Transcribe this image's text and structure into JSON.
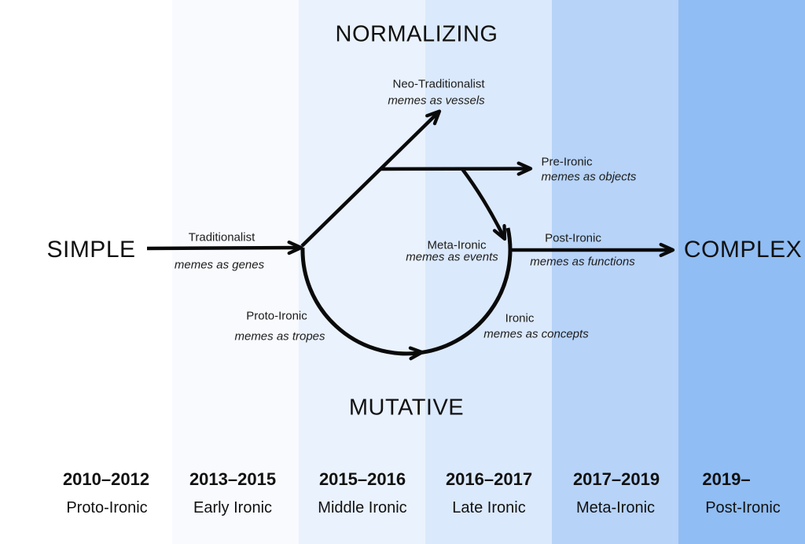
{
  "diagram": {
    "title_top": "NORMALIZING",
    "title_bottom": "MUTATIVE",
    "axis_left": "SIMPLE",
    "axis_right": "COMPLEX",
    "nodes": [
      {
        "name": "Traditionalist",
        "sub": "memes as genes"
      },
      {
        "name": "Neo-Traditionalist",
        "sub": "memes as vessels"
      },
      {
        "name": "Pre-Ironic",
        "sub": "memes as objects"
      },
      {
        "name": "Meta-Ironic",
        "sub": "memes as events"
      },
      {
        "name": "Post-Ironic",
        "sub": "memes as functions"
      },
      {
        "name": "Proto-Ironic",
        "sub": "memes as tropes"
      },
      {
        "name": "Ironic",
        "sub": "memes as concepts"
      }
    ],
    "timeline": [
      {
        "years": "2010–2012",
        "label": "Proto-Ironic",
        "color": "#ffffff"
      },
      {
        "years": "2013–2015",
        "label": "Early Ironic",
        "color": "#f8fafe"
      },
      {
        "years": "2015–2016",
        "label": "Middle Ironic",
        "color": "#eaf2fd"
      },
      {
        "years": "2016–2017",
        "label": "Late Ironic",
        "color": "#dbe9fc"
      },
      {
        "years": "2017–2019",
        "label": "Meta-Ironic",
        "color": "#b7d3f8"
      },
      {
        "years": "2019–",
        "label": "Post-Ironic",
        "color": "#90bdf3"
      }
    ],
    "line_color": "#0a0a0a",
    "text_color": "#1c1c1c"
  }
}
